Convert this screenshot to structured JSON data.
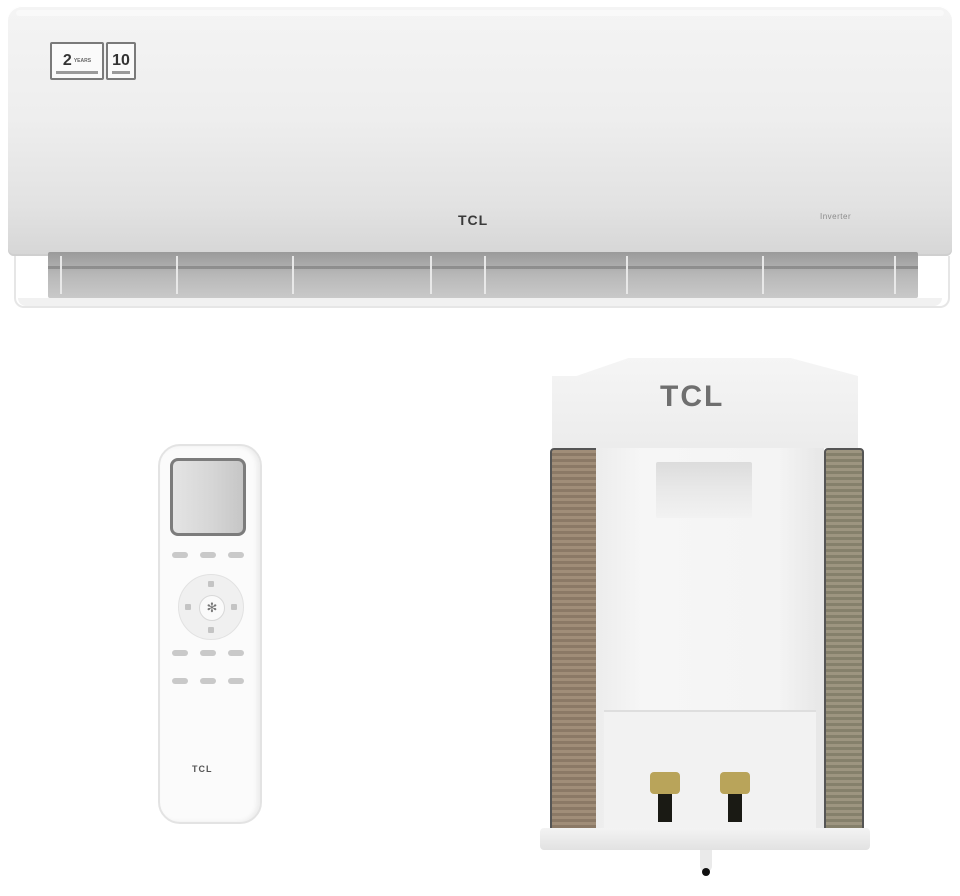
{
  "scene": {
    "description": "TCL split air conditioner product photo: indoor wall unit, remote control, outdoor condenser unit",
    "background_color": "#ffffff"
  },
  "indoor_unit": {
    "brand_logo": "TCL",
    "badges": [
      {
        "big": "2",
        "small": "YEARS"
      },
      {
        "big": "10",
        "small": ""
      }
    ],
    "model_tag": "Inverter",
    "body_color": "#eeeeee",
    "vent_color": "#b8b8b8"
  },
  "remote": {
    "brand_logo": "TCL",
    "center_button_icon": "fan-icon",
    "screen_color": "#d6d6d6"
  },
  "outdoor_unit": {
    "brand_logo": "TCL",
    "coil_color": "#9a8672",
    "valve_color": "#b9a45a"
  }
}
